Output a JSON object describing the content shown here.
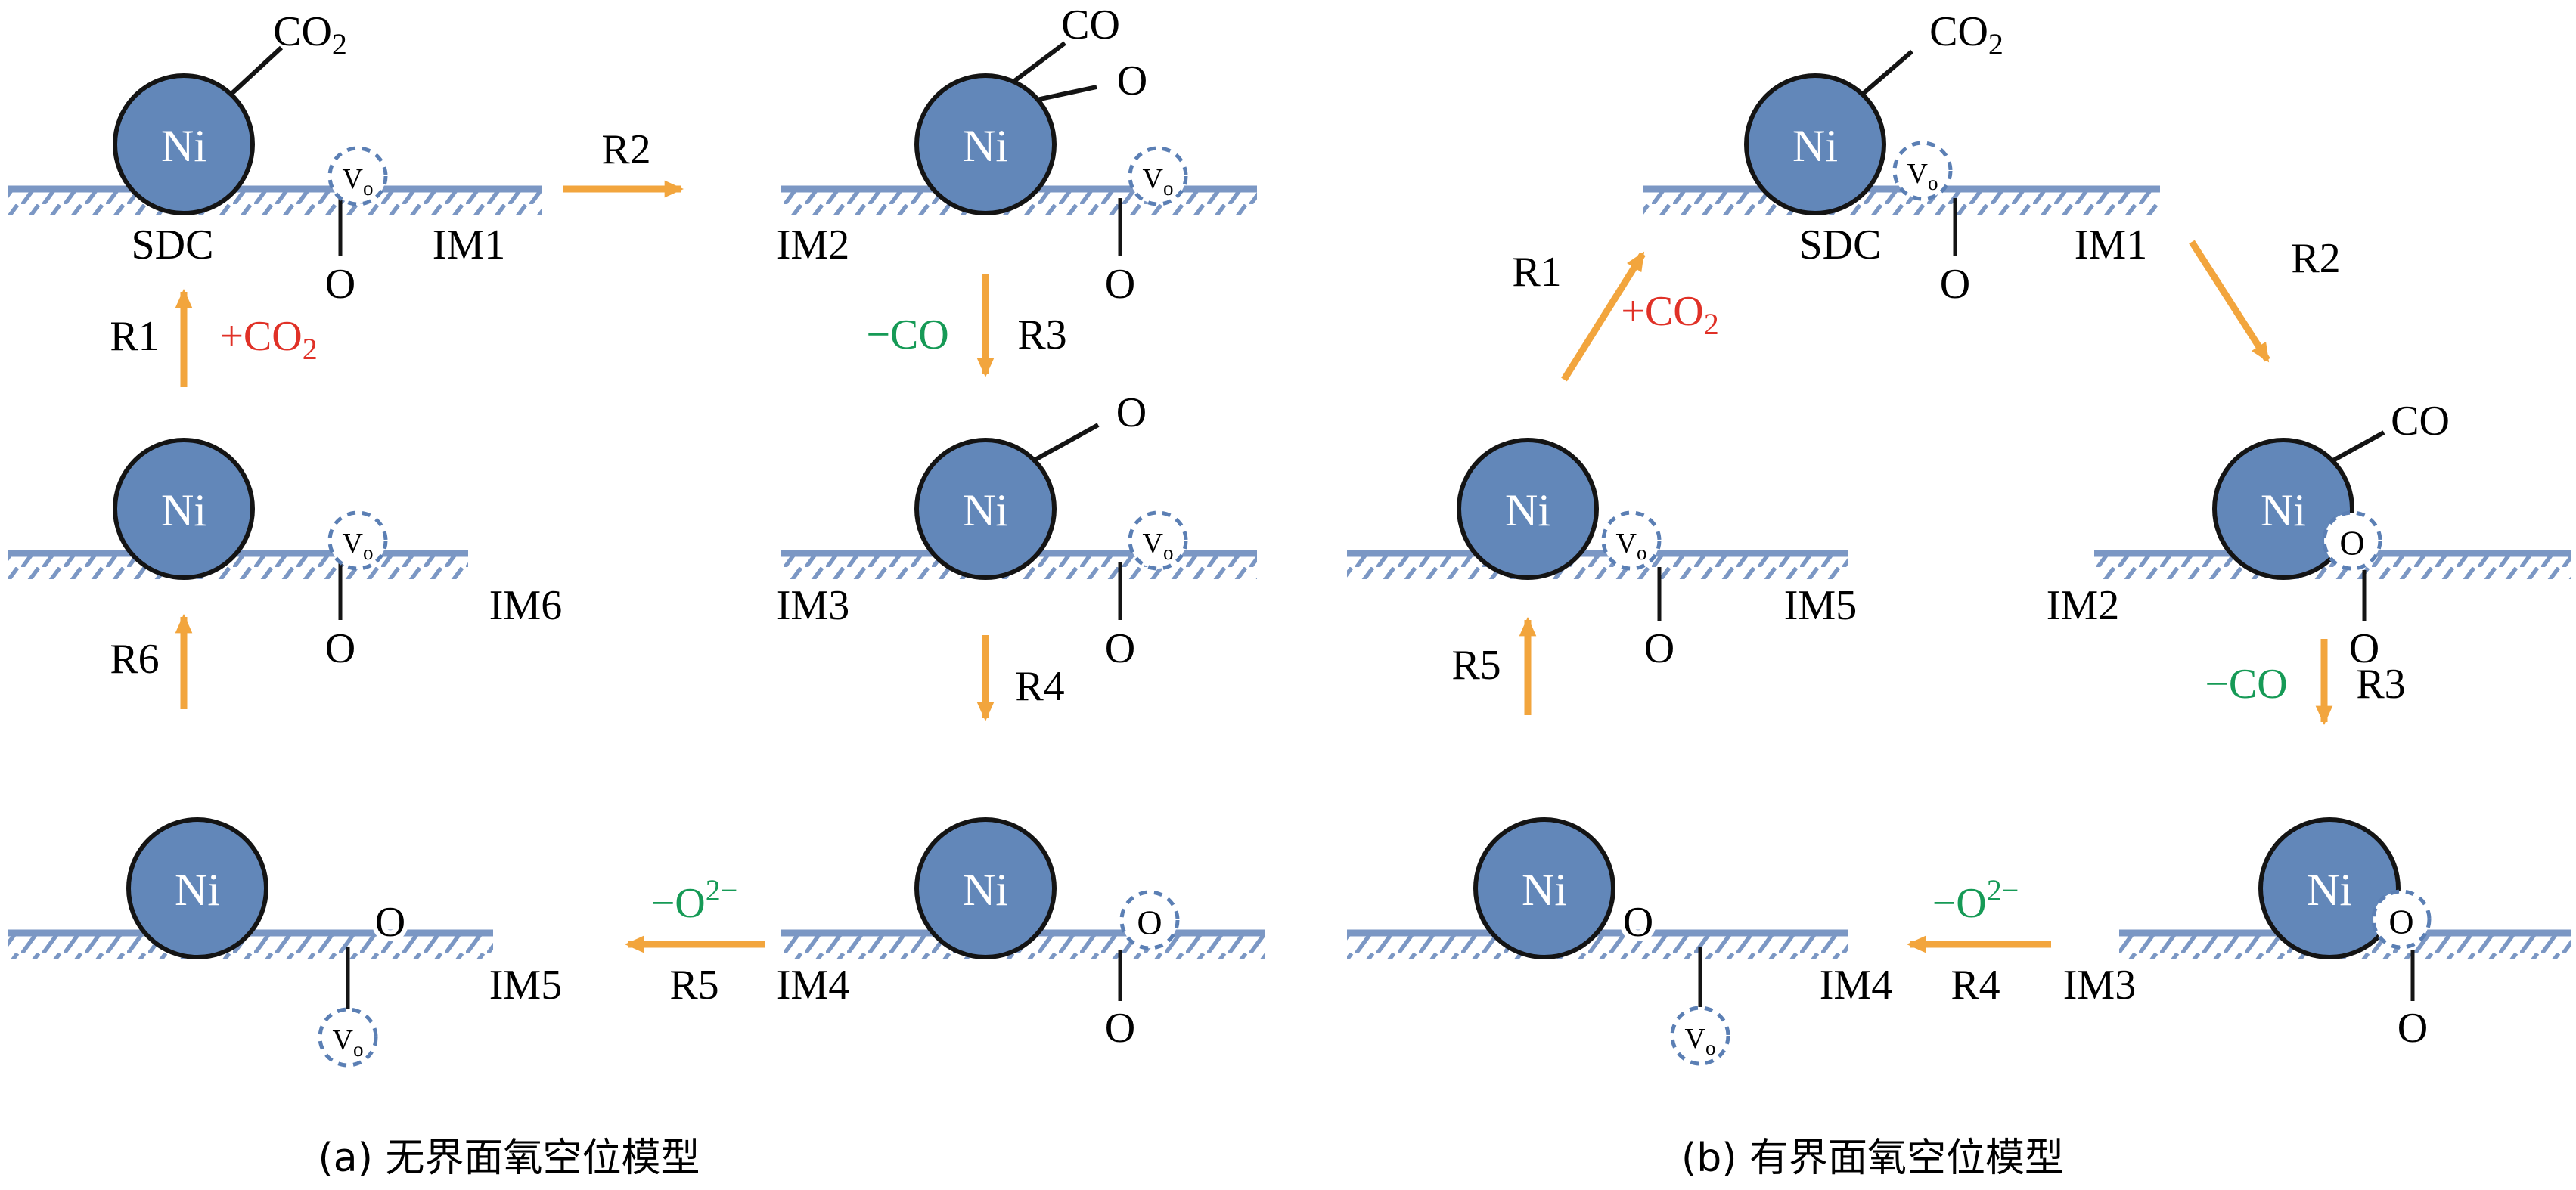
{
  "colors": {
    "ni-fill": "#6287b9",
    "outline": "#141414",
    "surface": "#7b97c4",
    "arrow": "#f2a53d",
    "plus": "#e03127",
    "minus": "#169a56",
    "vacancy": "#5b7fb4"
  },
  "species": {
    "ni": "Ni",
    "sdc": "SDC",
    "oxygen": "O",
    "co": "CO",
    "co2_main": "CO",
    "co2_sub": "2",
    "vo_main": "V",
    "vo_sub": "o"
  },
  "steps": {
    "r1": "R1",
    "r2": "R2",
    "r3": "R3",
    "r4": "R4",
    "r5": "R5",
    "r6": "R6",
    "plus_co2_main": "+CO",
    "plus_co2_sub": "2",
    "minus_co": "−CO",
    "minus_o_main": "−O",
    "minus_o_sup": "2−"
  },
  "intermediates": {
    "im1": "IM1",
    "im2": "IM2",
    "im3": "IM3",
    "im4": "IM4",
    "im5": "IM5",
    "im6": "IM6"
  },
  "captions": {
    "a": "(a) 无界面氧空位模型",
    "b": "(b) 有界面氧空位模型"
  }
}
